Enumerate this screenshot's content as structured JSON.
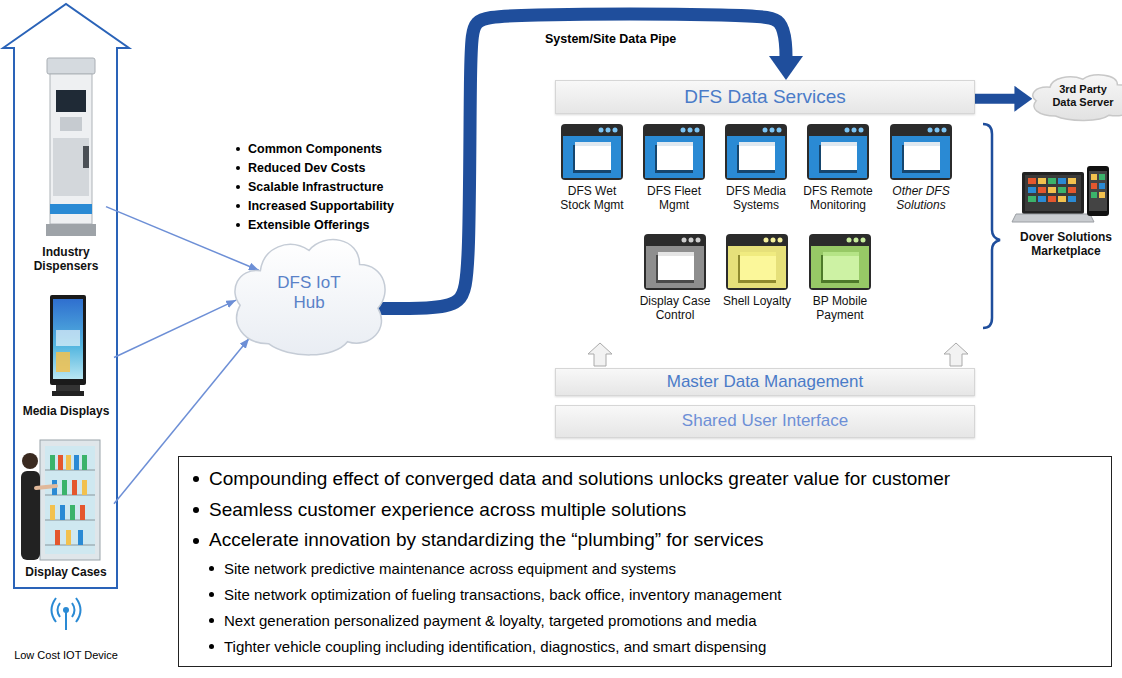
{
  "diagram": {
    "nodes": [
      {
        "text": [
          "Industry Dispensers"
        ]
      },
      {
        "text": [
          "Media Displays"
        ]
      },
      {
        "text": [
          "Display Cases"
        ]
      },
      {
        "text": [
          "DFS IoT Hub"
        ]
      },
      {
        "text": [
          "DFS Data Services"
        ]
      },
      {
        "text": [
          "3rd Party Data Server"
        ]
      },
      {
        "text": [
          "DFS Wet Stock Mgmt"
        ]
      },
      {
        "text": [
          "DFS Fleet Mgmt"
        ]
      },
      {
        "text": [
          "DFS Media Systems"
        ]
      },
      {
        "text": [
          "DFS Remote Monitoring"
        ]
      },
      {
        "text": [
          "Other DFS Solutions"
        ]
      },
      {
        "text": [
          "Display Case Control"
        ]
      },
      {
        "text": [
          "Shell Loyalty"
        ]
      },
      {
        "text": [
          "BP Mobile Payment"
        ]
      },
      {
        "text": [
          "Dover Solutions Marketplace"
        ]
      },
      {
        "text": [
          "Master Data Management"
        ]
      },
      {
        "text": [
          "Shared User Interface"
        ]
      },
      {
        "text": [
          "Compounding effect of converged data and solutions unlocks greater value for customer",
          "Seamless customer experience across multiple solutions",
          "Accelerate innovation by standardizing the “plumbing” for services",
          "Site network predictive maintenance across equipment and systems",
          "Site network optimization of fueling transactions, back office, inventory management",
          "Next generation personalized payment & loyalty, targeted promotions and media",
          "Tighter vehicle coupling including identification, diagnostics, and smart dispensing"
        ]
      }
    ],
    "edges": [
      {
        "from": 0,
        "to": 3,
        "arrow": "to"
      },
      {
        "from": 1,
        "to": 3,
        "arrow": "to"
      },
      {
        "from": 2,
        "to": 3,
        "arrow": "to"
      },
      {
        "from": 3,
        "to": 4,
        "label": "System/Site Data Pipe",
        "arrow": "to"
      },
      {
        "from": 4,
        "to": 5,
        "arrow": "to"
      }
    ],
    "labels": [
      "Common Components",
      "Reduced Dev Costs",
      "Scalable Infrastructure",
      "Increased Supportability",
      "Extensible Offerings",
      "Low Cost IOT Device"
    ]
  }
}
